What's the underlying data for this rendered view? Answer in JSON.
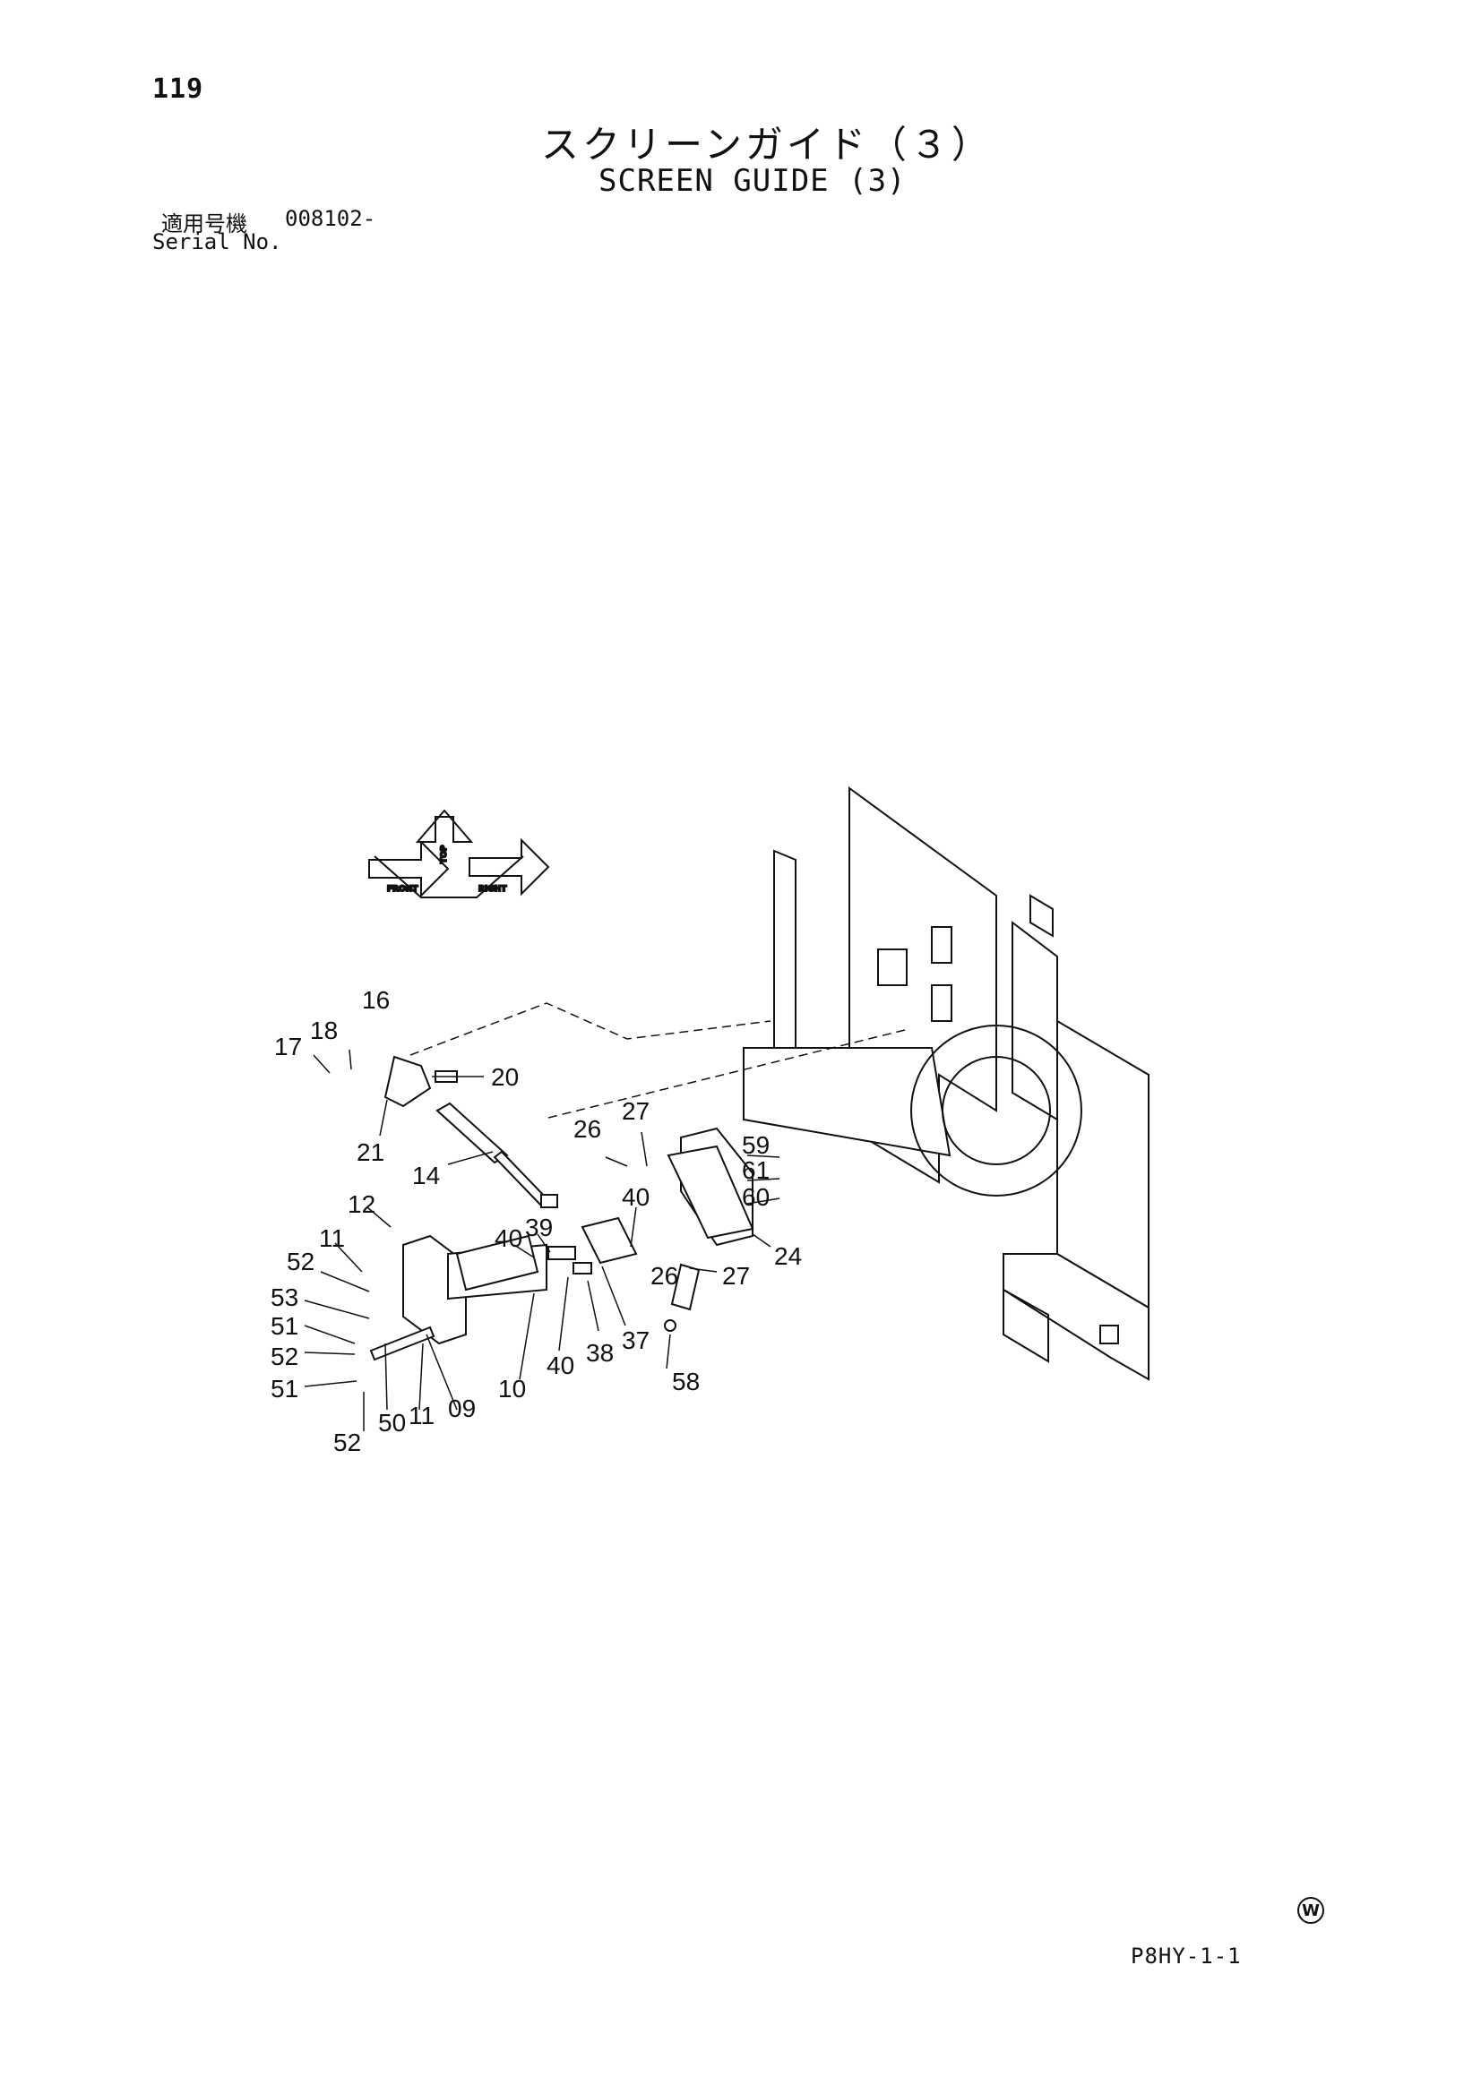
{
  "page": {
    "number": "119",
    "title_jp": "スクリーンガイド（３）",
    "title_en": "SCREEN GUIDE (3)",
    "serial_label_jp": "適用号機",
    "serial_value": "008102-",
    "serial_label_en": "Serial No.",
    "doc_code": "P8HY-1-1",
    "mark": "W"
  },
  "direction_indicator": {
    "labels": [
      "TOP",
      "FRONT",
      "RIGHT"
    ]
  },
  "callouts": [
    {
      "label": "16"
    },
    {
      "label": "17"
    },
    {
      "label": "18"
    },
    {
      "label": "20"
    },
    {
      "label": "21"
    },
    {
      "label": "14"
    },
    {
      "label": "26"
    },
    {
      "label": "27"
    },
    {
      "label": "59"
    },
    {
      "label": "61"
    },
    {
      "label": "60"
    },
    {
      "label": "40"
    },
    {
      "label": "12"
    },
    {
      "label": "11"
    },
    {
      "label": "40"
    },
    {
      "label": "39"
    },
    {
      "label": "24"
    },
    {
      "label": "52"
    },
    {
      "label": "26"
    },
    {
      "label": "27"
    },
    {
      "label": "53"
    },
    {
      "label": "51"
    },
    {
      "label": "52"
    },
    {
      "label": "51"
    },
    {
      "label": "40"
    },
    {
      "label": "38"
    },
    {
      "label": "37"
    },
    {
      "label": "10"
    },
    {
      "label": "09"
    },
    {
      "label": "11"
    },
    {
      "label": "50"
    },
    {
      "label": "58"
    },
    {
      "label": "52"
    }
  ]
}
